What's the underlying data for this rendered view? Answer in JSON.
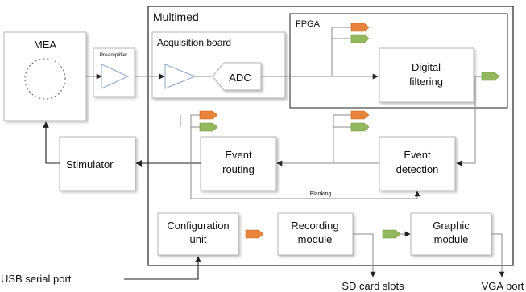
{
  "labels": {
    "mea": "MEA",
    "preamplifier": "Preamplifier",
    "multimed": "Multimed",
    "acquisition_board": "Acquisition board",
    "adc": "ADC",
    "fpga": "FPGA",
    "digital_filtering_1": "Digital",
    "digital_filtering_2": "filtering",
    "event_routing_1": "Event",
    "event_routing_2": "routing",
    "event_detection_1": "Event",
    "event_detection_2": "detection",
    "stimulator": "Stimulator",
    "blanking": "Blanking",
    "configuration_1": "Configuration",
    "configuration_2": "unit",
    "recording_1": "Recording",
    "recording_2": "module",
    "graphic_1": "Graphic",
    "graphic_2": "module",
    "usb": "USB serial port",
    "sd": "SD card slots",
    "vga": "VGA port"
  },
  "colors": {
    "orange_flag": "#e8843a",
    "green_flag": "#93b85d"
  }
}
